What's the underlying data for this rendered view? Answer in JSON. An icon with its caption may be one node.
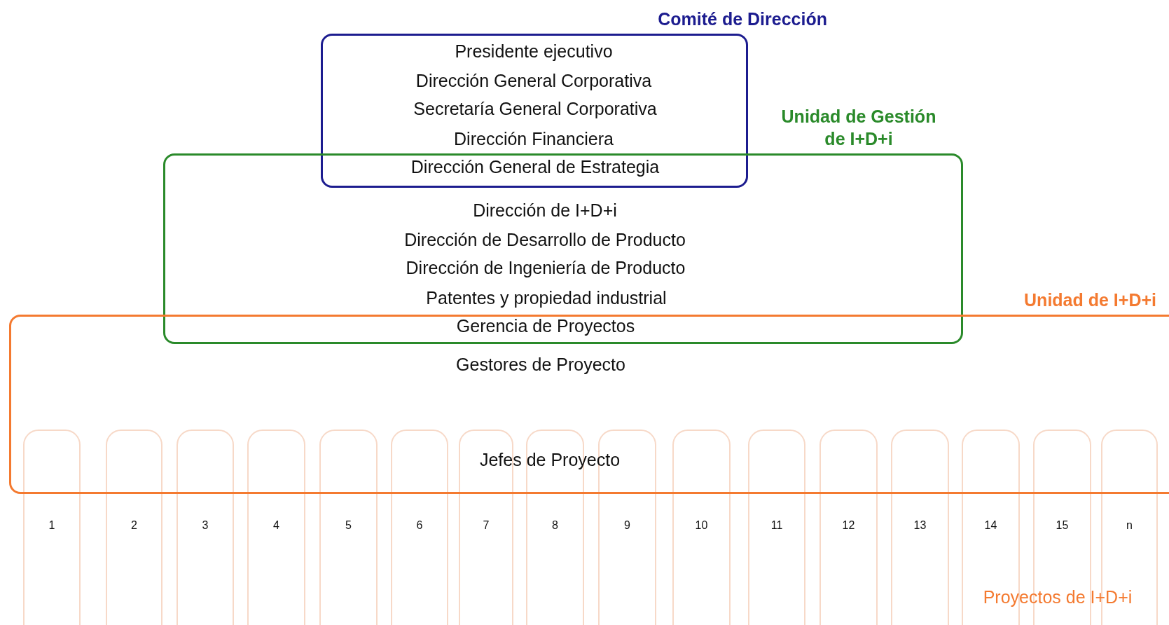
{
  "diagram": {
    "nodes": [
      {
        "text": [
          "Comité de Dirección"
        ]
      },
      {
        "text": [
          "Unidad de Gestión de I+D+i"
        ]
      },
      {
        "text": [
          "Unidad de I+D+i"
        ]
      },
      {
        "text": [
          "1"
        ]
      },
      {
        "text": [
          "2"
        ]
      },
      {
        "text": [
          "3"
        ]
      },
      {
        "text": [
          "4"
        ]
      },
      {
        "text": [
          "5"
        ]
      },
      {
        "text": [
          "6"
        ]
      },
      {
        "text": [
          "7"
        ]
      },
      {
        "text": [
          "8"
        ]
      },
      {
        "text": [
          "9"
        ]
      },
      {
        "text": [
          "10"
        ]
      },
      {
        "text": [
          "11"
        ]
      },
      {
        "text": [
          "12"
        ]
      },
      {
        "text": [
          "13"
        ]
      },
      {
        "text": [
          "14"
        ]
      },
      {
        "text": [
          "15"
        ]
      },
      {
        "text": [
          "n"
        ]
      }
    ],
    "edges": [],
    "labels": [
      "Presidente ejecutivo",
      "Dirección General Corporativa",
      "Secretaría General Corporativa",
      "Dirección Financiera",
      "Dirección General de Estrategia",
      "Dirección de I+D+i",
      "Dirección de Desarrollo de Producto",
      "Dirección de Ingeniería de Producto",
      "Patentes y propiedad industrial",
      "Gerencia de Proyectos",
      "Gestores de Proyecto",
      "Jefes de Proyecto",
      "Proyectos de I+D+i"
    ]
  }
}
